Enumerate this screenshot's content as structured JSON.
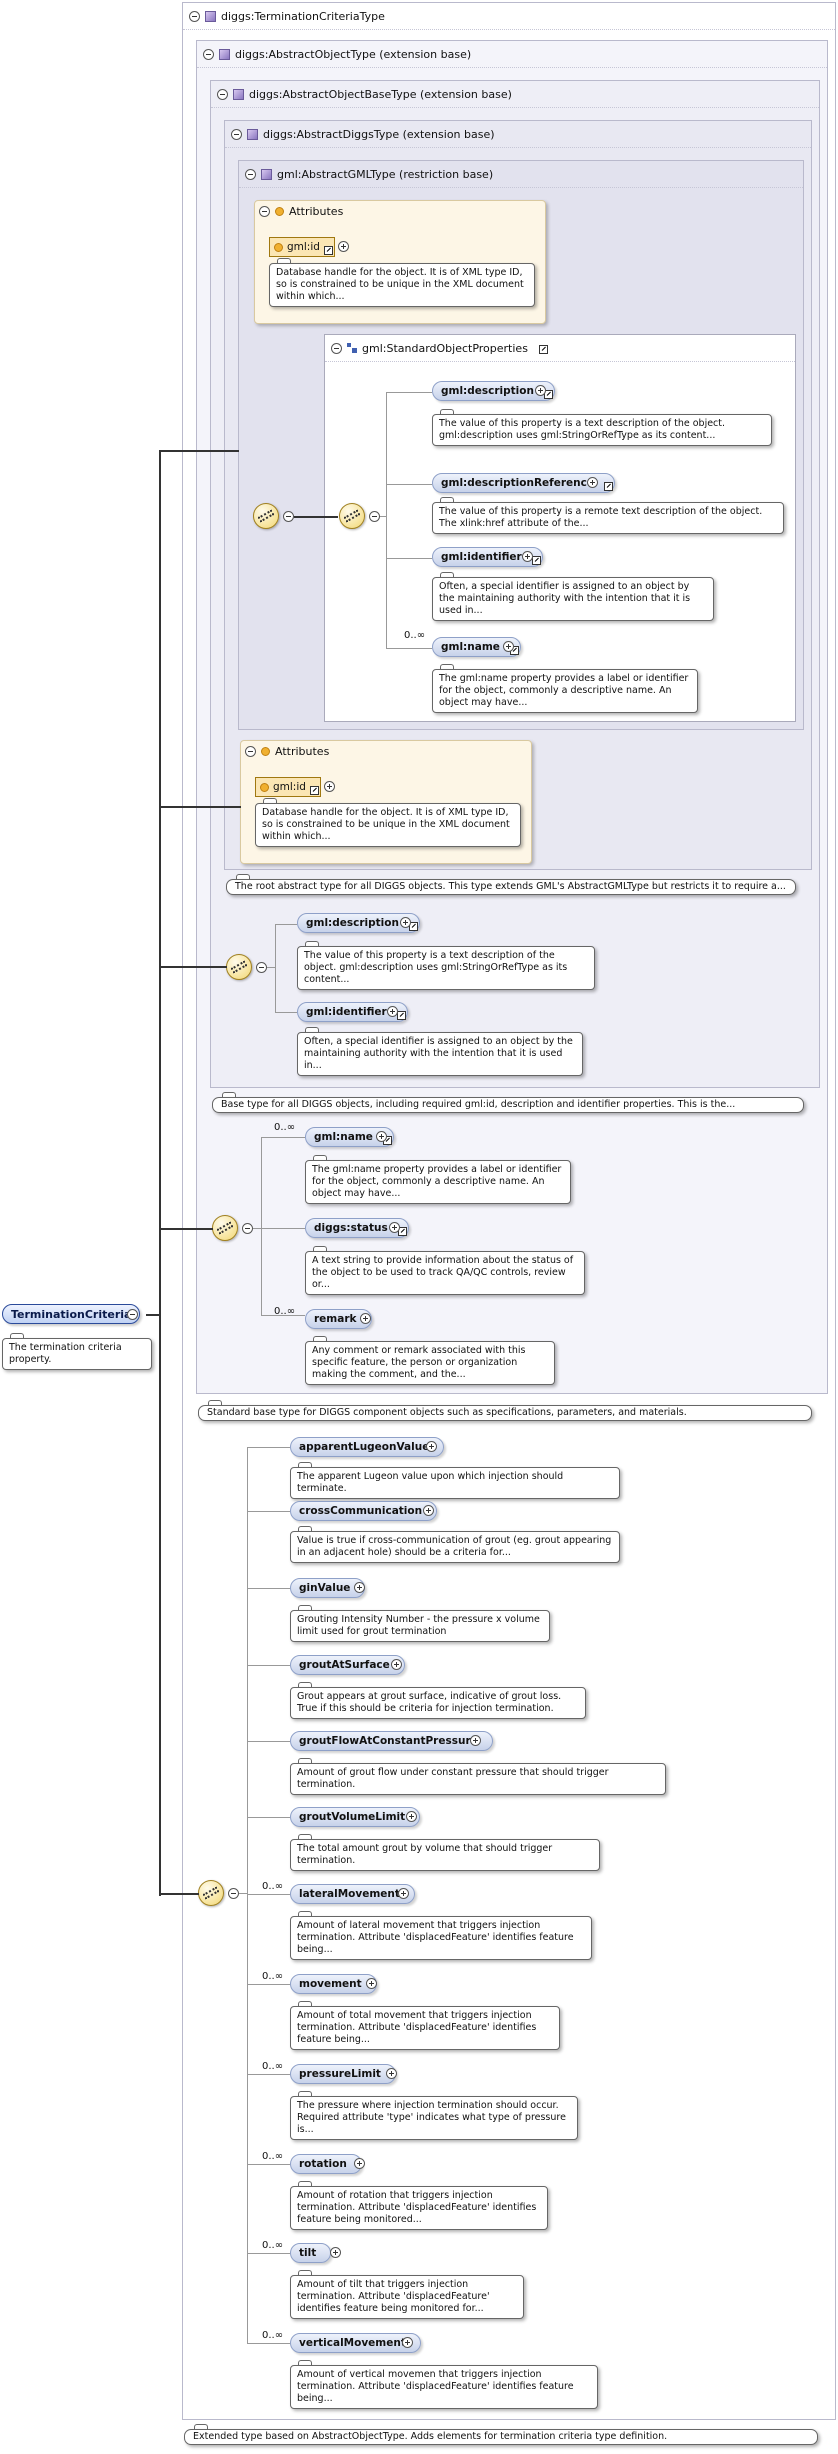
{
  "root": {
    "label": "TerminationCriteria",
    "desc": "The termination criteria property."
  },
  "types": {
    "termination": {
      "title": "diggs:TerminationCriteriaType",
      "desc": "Extended type based on AbstractObjectType. Adds elements for termination criteria type definition."
    },
    "abstract_object": {
      "title": "diggs:AbstractObjectType (extension base)",
      "desc": "Standard base type for DIGGS component objects such as specifications, parameters, and materials."
    },
    "abstract_object_base": {
      "title": "diggs:AbstractObjectBaseType (extension base)",
      "desc": "Base type for all DIGGS objects, including required gml:id, description and identifier properties. This is the..."
    },
    "abstract_diggs": {
      "title": "diggs:AbstractDiggsType (extension base)",
      "desc": "The root abstract type for all DIGGS objects. This type extends GML's AbstractGMLType but restricts it to require a..."
    },
    "abstract_gml": {
      "title": "gml:AbstractGMLType (restriction base)"
    }
  },
  "attributes": {
    "label": "Attributes",
    "gml_id": {
      "label": "gml:id",
      "desc": "Database handle for the object. It is of XML type ID, so is constrained to be unique in the XML document within which..."
    }
  },
  "standard_object_properties": {
    "label": "gml:StandardObjectProperties",
    "elements": [
      {
        "label": "gml:description",
        "desc": "The value of this property is a text description of the object. gml:description uses gml:StringOrRefType as its content..."
      },
      {
        "label": "gml:descriptionReference",
        "desc": "The value of this property is a remote text description of the object. The xlink:href attribute of the..."
      },
      {
        "label": "gml:identifier",
        "desc": "Often, a special identifier is assigned to an object by the maintaining authority with the intention that it is used in..."
      },
      {
        "label": "gml:name",
        "mult": "0..∞",
        "desc": "The gml:name property provides a label or identifier for the object, commonly a descriptive name. An object may have..."
      }
    ]
  },
  "diggs_seq": [
    {
      "label": "gml:description",
      "desc": "The value of this property is a text description of the object. gml:description uses gml:StringOrRefType as its content..."
    },
    {
      "label": "gml:identifier",
      "desc": "Often, a special identifier is assigned to an object by the maintaining authority with the intention that it is used in..."
    }
  ],
  "base_seq": [
    {
      "label": "gml:name",
      "mult": "0..∞",
      "desc": "The gml:name property provides a label or identifier for the object, commonly a descriptive name. An object may have..."
    },
    {
      "label": "diggs:status",
      "desc": "A text string to provide information about the status of the object to be used to track QA/QC controls, review or..."
    },
    {
      "label": "remark",
      "mult": "0..∞",
      "desc": "Any comment or remark associated with this specific feature, the person or organization making the comment, and the..."
    }
  ],
  "term_seq": [
    {
      "label": "apparentLugeonValue",
      "desc": "The apparent Lugeon value upon which injection should terminate."
    },
    {
      "label": "crossCommunication",
      "desc": "Value is true if cross-communication of grout (eg. grout appearing in an adjacent hole) should be a criteria for..."
    },
    {
      "label": "ginValue",
      "desc": "Grouting Intensity Number - the pressure x volume limit used for grout termination"
    },
    {
      "label": "groutAtSurface",
      "desc": "Grout appears at grout surface, indicative of grout loss. True if this should be criteria for injection termination."
    },
    {
      "label": "groutFlowAtConstantPressure",
      "desc": "Amount of grout flow under constant pressure that should trigger termination."
    },
    {
      "label": "groutVolumeLimit",
      "desc": "The total amount grout by volume that should trigger termination."
    },
    {
      "label": "lateralMovement",
      "mult": "0..∞",
      "desc": "Amount of lateral movement that triggers injection termination. Attribute 'displacedFeature' identifies feature being..."
    },
    {
      "label": "movement",
      "mult": "0..∞",
      "desc": "Amount of total movement that triggers injection termination. Attribute 'displacedFeature' identifies feature being..."
    },
    {
      "label": "pressureLimit",
      "mult": "0..∞",
      "desc": "The pressure where injection termination should occur. Required attribute 'type' indicates what type of pressure is..."
    },
    {
      "label": "rotation",
      "mult": "0..∞",
      "desc": "Amount of rotation that triggers injection termination. Attribute 'displacedFeature' identifies feature being monitored..."
    },
    {
      "label": "tilt",
      "mult": "0..∞",
      "desc": "Amount of tilt that triggers injection termination. Attribute 'displacedFeature' identifies feature being monitored for..."
    },
    {
      "label": "verticalMovement",
      "mult": "0..∞",
      "desc": "Amount of vertical movemen that triggers injection termination. Attribute 'displacedFeature' identifies feature being..."
    }
  ]
}
